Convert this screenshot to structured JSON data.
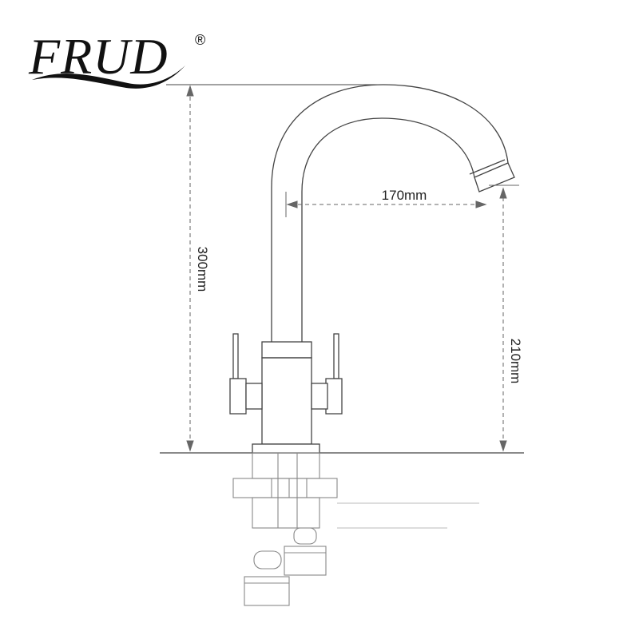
{
  "brand": {
    "name": "FRUD",
    "registered_mark": "®"
  },
  "dimensions": {
    "spout_reach": "170mm",
    "total_height": "300mm",
    "spout_height": "210mm"
  },
  "colors": {
    "line": "#444444",
    "dim_line": "#666666",
    "logo": "#111111"
  }
}
